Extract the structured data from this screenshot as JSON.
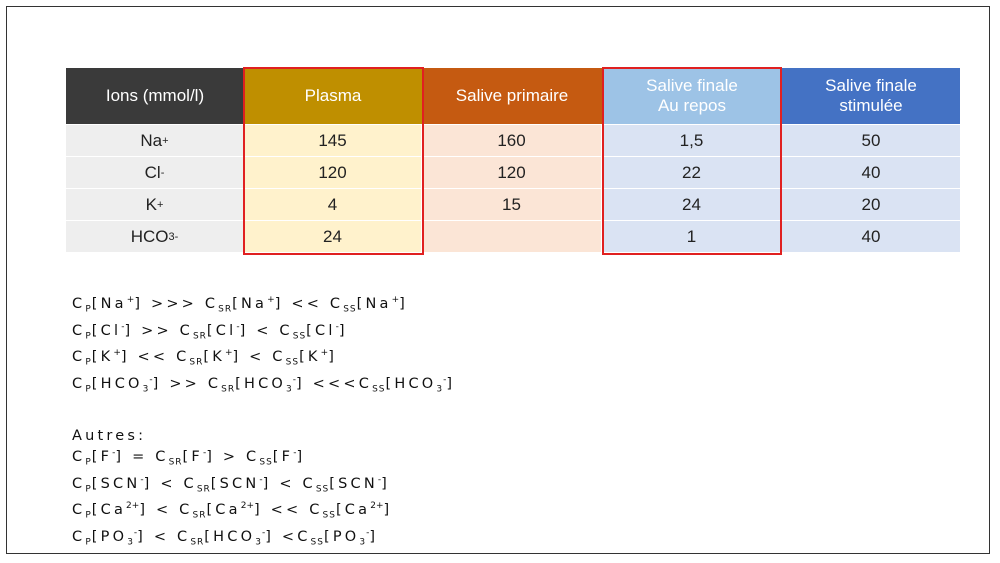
{
  "table": {
    "headers": [
      "Ions (mmol/l)",
      "Plasma",
      "Salive primaire",
      "Salive finale\nAu repos",
      "Salive finale\nstimulée"
    ],
    "rows": [
      {
        "ion": {
          "base": "Na",
          "sup": "+",
          "sub": ""
        },
        "values": [
          "145",
          "160",
          "1,5",
          "50"
        ]
      },
      {
        "ion": {
          "base": "Cl",
          "sup": "-",
          "sub": ""
        },
        "values": [
          "120",
          "120",
          "22",
          "40"
        ]
      },
      {
        "ion": {
          "base": "K",
          "sup": "+",
          "sub": ""
        },
        "values": [
          "4",
          "15",
          "24",
          "20"
        ]
      },
      {
        "ion": {
          "base": "HCO",
          "sup": "-",
          "sub": "3"
        },
        "values": [
          "24",
          "",
          "1",
          "40"
        ]
      }
    ],
    "highlight_color": "#e02020"
  },
  "comparisons": [
    [
      {
        "t": "C"
      },
      {
        "sub": "P"
      },
      {
        "t": "[Na"
      },
      {
        "sup": "+"
      },
      {
        "t": "] >>> C"
      },
      {
        "sub": "SR"
      },
      {
        "t": "[Na"
      },
      {
        "sup": "+"
      },
      {
        "t": "] << C"
      },
      {
        "sub": "SS"
      },
      {
        "t": "[Na"
      },
      {
        "sup": "+"
      },
      {
        "t": "]"
      }
    ],
    [
      {
        "t": "C"
      },
      {
        "sub": "P"
      },
      {
        "t": "[Cl"
      },
      {
        "sup": "-"
      },
      {
        "t": "] >> C"
      },
      {
        "sub": "SR"
      },
      {
        "t": "[Cl"
      },
      {
        "sup": "-"
      },
      {
        "t": "] < C"
      },
      {
        "sub": "SS"
      },
      {
        "t": "[Cl"
      },
      {
        "sup": "-"
      },
      {
        "t": "]"
      }
    ],
    [
      {
        "t": "C"
      },
      {
        "sub": "P"
      },
      {
        "t": "[K"
      },
      {
        "sup": "+"
      },
      {
        "t": "] << C"
      },
      {
        "sub": "SR"
      },
      {
        "t": "[K"
      },
      {
        "sup": "+"
      },
      {
        "t": "] < C"
      },
      {
        "sub": "SS"
      },
      {
        "t": "[K"
      },
      {
        "sup": "+"
      },
      {
        "t": "]"
      }
    ],
    [
      {
        "t": "C"
      },
      {
        "sub": "P"
      },
      {
        "t": "[HCO"
      },
      {
        "sub": "3"
      },
      {
        "sup": "-"
      },
      {
        "t": "] >> C"
      },
      {
        "sub": "SR"
      },
      {
        "t": "[HCO"
      },
      {
        "sub": "3"
      },
      {
        "sup": "-"
      },
      {
        "t": "] <<<C"
      },
      {
        "sub": "SS"
      },
      {
        "t": "[HCO"
      },
      {
        "sub": "3"
      },
      {
        "sup": "-"
      },
      {
        "t": "]"
      }
    ]
  ],
  "others_label": "Autres:",
  "others": [
    [
      {
        "t": "C"
      },
      {
        "sub": "P"
      },
      {
        "t": "[F"
      },
      {
        "sup": "-"
      },
      {
        "t": "] = C"
      },
      {
        "sub": "SR"
      },
      {
        "t": "[F"
      },
      {
        "sup": "-"
      },
      {
        "t": "] > C"
      },
      {
        "sub": "SS"
      },
      {
        "t": "[F"
      },
      {
        "sup": "-"
      },
      {
        "t": "]"
      }
    ],
    [
      {
        "t": "C"
      },
      {
        "sub": "P"
      },
      {
        "t": "[SCN"
      },
      {
        "sup": "-"
      },
      {
        "t": "] < C"
      },
      {
        "sub": "SR"
      },
      {
        "t": "[SCN"
      },
      {
        "sup": "-"
      },
      {
        "t": "] < C"
      },
      {
        "sub": "SS"
      },
      {
        "t": "[SCN"
      },
      {
        "sup": "-"
      },
      {
        "t": "]"
      }
    ],
    [
      {
        "t": "C"
      },
      {
        "sub": "P"
      },
      {
        "t": "[Ca"
      },
      {
        "sup": "2+"
      },
      {
        "t": "] < C"
      },
      {
        "sub": "SR"
      },
      {
        "t": "[Ca"
      },
      {
        "sup": "2+"
      },
      {
        "t": "] << C"
      },
      {
        "sub": "SS"
      },
      {
        "t": "[Ca"
      },
      {
        "sup": "2+"
      },
      {
        "t": "]"
      }
    ],
    [
      {
        "t": "C"
      },
      {
        "sub": "P"
      },
      {
        "t": "[PO"
      },
      {
        "sub": "3"
      },
      {
        "sup": "-"
      },
      {
        "t": "] < C"
      },
      {
        "sub": "SR"
      },
      {
        "t": "[HCO"
      },
      {
        "sub": "3"
      },
      {
        "sup": "-"
      },
      {
        "t": "] <C"
      },
      {
        "sub": "SS"
      },
      {
        "t": "[PO"
      },
      {
        "sub": "3"
      },
      {
        "sup": "-"
      },
      {
        "t": "]"
      }
    ]
  ]
}
